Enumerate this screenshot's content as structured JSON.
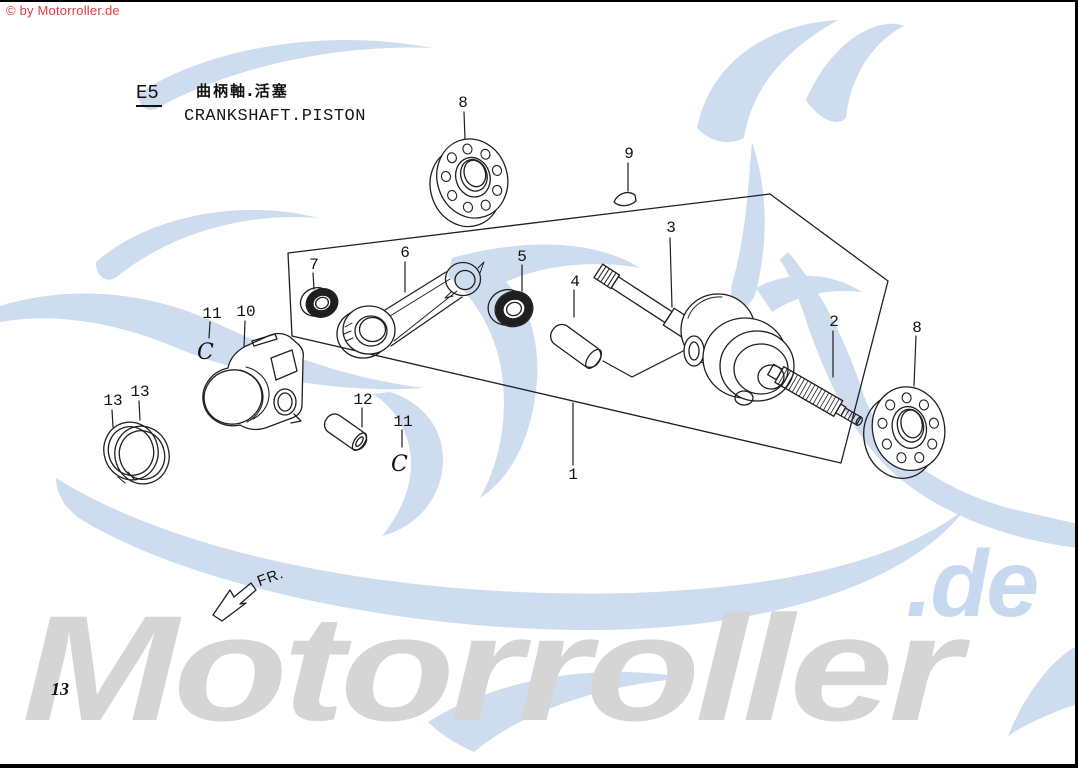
{
  "page": {
    "copyright": "© by Motorroller.de",
    "page_number": "13",
    "watermark_text": "Motorroller",
    "watermark_suffix": ".de"
  },
  "header": {
    "section_code": "E5",
    "title_chinese": "曲柄軸.活塞",
    "title_english": "CRANKSHAFT.PISTON"
  },
  "diagram": {
    "direction_label": "FR.",
    "clip_symbol": "C",
    "callouts": [
      {
        "ref": "1"
      },
      {
        "ref": "2"
      },
      {
        "ref": "3"
      },
      {
        "ref": "4"
      },
      {
        "ref": "5"
      },
      {
        "ref": "6"
      },
      {
        "ref": "7"
      },
      {
        "ref": "8"
      },
      {
        "ref": "8"
      },
      {
        "ref": "9"
      },
      {
        "ref": "10"
      },
      {
        "ref": "11"
      },
      {
        "ref": "11"
      },
      {
        "ref": "12"
      },
      {
        "ref": "13"
      },
      {
        "ref": "13"
      }
    ]
  },
  "colors": {
    "accent_red": "#e23b3b",
    "line_art": "#1f1f1f",
    "watermark_gray": "#d5d5d5",
    "watermark_blue": "#c7d9ee",
    "swirl_blue": "#cdddef"
  }
}
